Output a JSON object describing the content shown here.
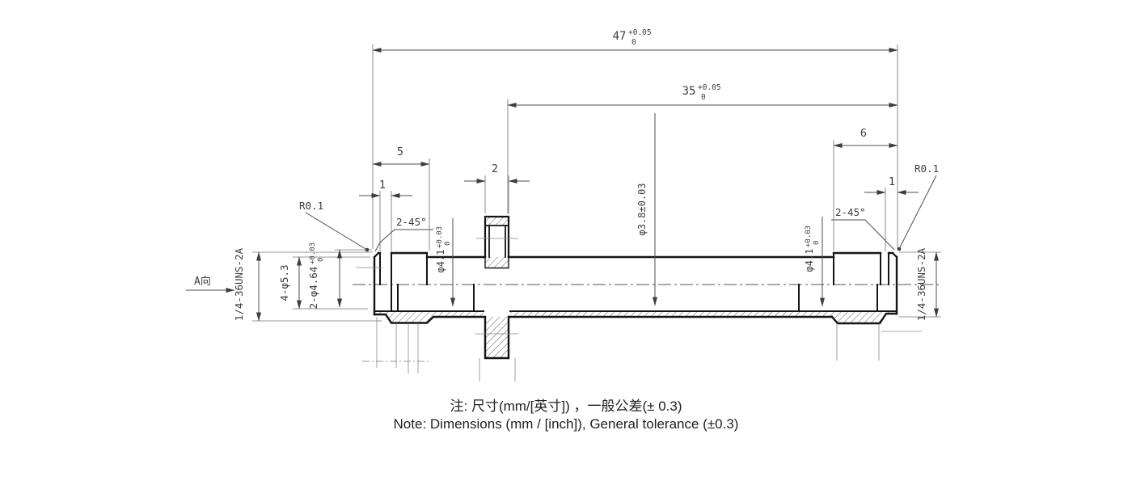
{
  "drawing": {
    "view_arrow_label": "A向",
    "notes": {
      "zh": "注: 尺寸(mm/[英寸]) ，一般公差(± 0.3)",
      "en": "Note: Dimensions (mm / [inch]), General tolerance (±0.3)"
    },
    "dims": {
      "overall": {
        "v": "47",
        "up": "+0.05",
        "dn": "0"
      },
      "len35": {
        "v": "35",
        "up": "+0.05",
        "dn": "0"
      },
      "len6": {
        "v": "6"
      },
      "len5": {
        "v": "5"
      },
      "boss2": {
        "v": "2"
      },
      "groove1L": {
        "v": "1"
      },
      "groove1R": {
        "v": "1"
      },
      "bore38": {
        "v": "φ3.8±0.03"
      },
      "bore41L": {
        "v": "φ4.1",
        "up": "+0.03",
        "dn": "0"
      },
      "bore41R": {
        "v": "φ4.1",
        "up": "+0.03",
        "dn": "0"
      },
      "holes53": {
        "v": "4-φ5.3"
      },
      "cbore464": {
        "v": "2-φ4.64",
        "up": "+0.03",
        "dn": "0"
      },
      "threadL": {
        "v": "1/4-36UNS-2A"
      },
      "threadR": {
        "v": "1/4-36UNS-2A"
      },
      "chamferL": {
        "v": "2-45°"
      },
      "chamferR": {
        "v": "2-45°"
      },
      "radiusL": {
        "v": "R0.1"
      },
      "radiusR": {
        "v": "R0.1"
      }
    },
    "colors": {
      "outline": "#151515",
      "dimension": "#4d4d4d",
      "text": "#3d3d3d",
      "background": "#ffffff"
    }
  }
}
